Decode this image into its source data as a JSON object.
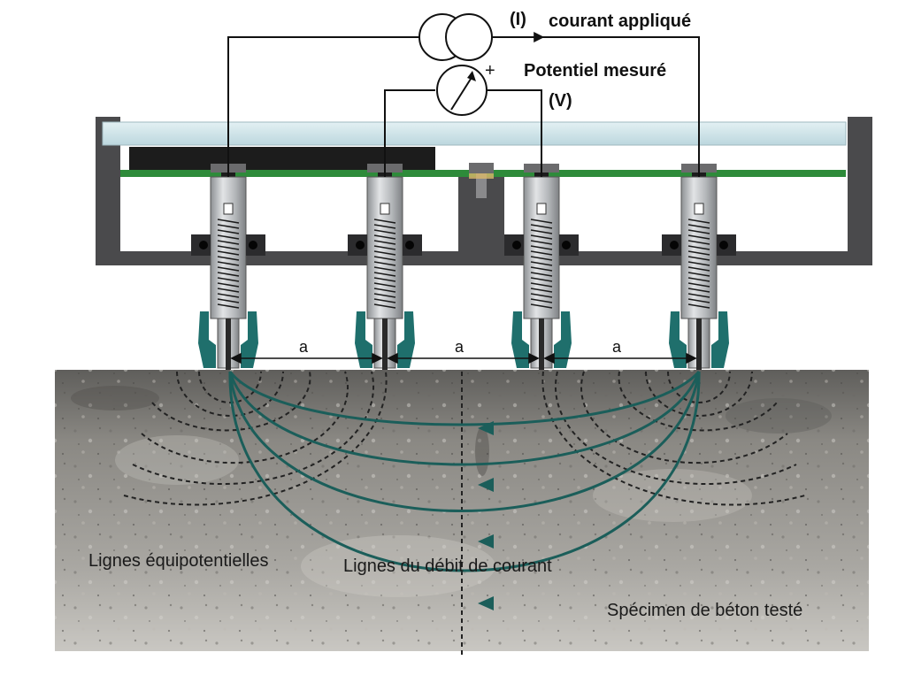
{
  "labels": {
    "current_symbol": "(I)",
    "current_applied": "courant appliqué",
    "potential_measured": "Potentiel mesuré",
    "voltage_symbol": "(V)",
    "plus_sign": "+",
    "spacing_a1": "a",
    "spacing_a2": "a",
    "spacing_a3": "a",
    "equipotential_lines": "Lignes équipotentielles",
    "current_flow_lines": "Lignes du débit de courant",
    "concrete_specimen": "Spécimen de béton testé"
  },
  "colors": {
    "housing": "#4a4a4c",
    "glass": "#cfe4ea",
    "circuit_board": "#2e8b3a",
    "battery": "#1c1c1c",
    "electrode_body": "#b9bcbf",
    "electrode_tip": "#1f6f6c",
    "current_lines": "#1b5e5a",
    "equipotential_lines": "#222222",
    "concrete": "#8e8c88"
  },
  "probes": {
    "count": 4,
    "names": [
      "outer-current-electrode-left",
      "inner-potential-electrode-left",
      "inner-potential-electrode-right",
      "outer-current-electrode-right"
    ]
  }
}
